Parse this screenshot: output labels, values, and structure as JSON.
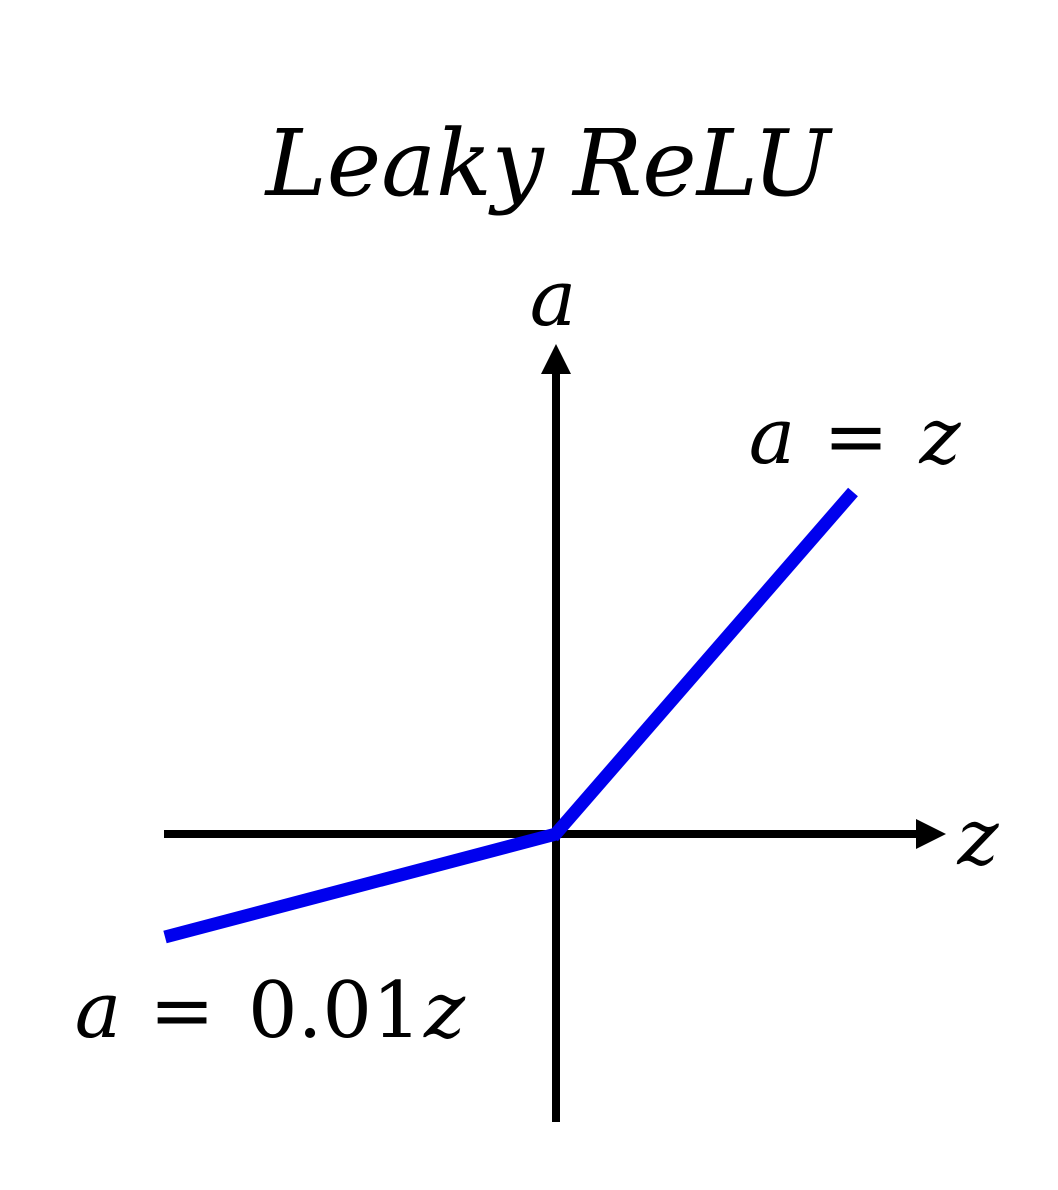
{
  "title": "Leaky ReLU",
  "axes": {
    "y_label": "a",
    "x_label": "z"
  },
  "annotations": {
    "positive_branch": {
      "lhs": "a",
      "eq": "=",
      "rhs": "z"
    },
    "negative_branch": {
      "lhs": "a",
      "eq": "=",
      "coef": "0.01",
      "var": "z"
    }
  },
  "colors": {
    "axis": "#000000",
    "curve": "#0000ee",
    "text": "#000000"
  },
  "function": {
    "negative_slope": 0.01,
    "positive_slope": 1
  }
}
